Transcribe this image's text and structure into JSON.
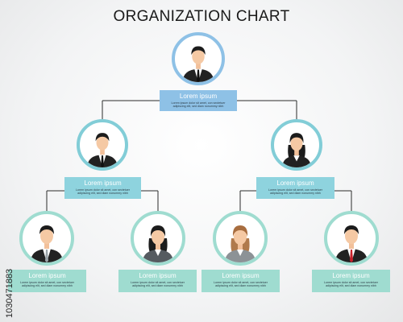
{
  "title": "ORGANIZATION CHART",
  "watermark_id": "1030471883",
  "colors": {
    "box_top": "#8ec1e6",
    "box_mid": "#8ed3de",
    "box_bottom": "#9fdcd0",
    "ring": "#82cdd7",
    "line": "#2b2b2b"
  },
  "nodes": {
    "ceo": {
      "title": "Lorem ipsum",
      "desc": "Lorem ipsum dolor sit amet, con sectetuer adipiscing elit, sed diam nonummy nibh",
      "person": "man"
    },
    "mgr1": {
      "title": "Lorem ipsum",
      "desc": "Lorem ipsum dolor sit amet, con sectetuer adipiscing elit, sed diam nonummy nibh",
      "person": "man"
    },
    "mgr2": {
      "title": "Lorem ipsum",
      "desc": "Lorem ipsum dolor sit amet, con sectetuer adipiscing elit, sed diam nonummy nibh",
      "person": "woman"
    },
    "emp1": {
      "title": "Lorem ipsum",
      "desc": "Lorem ipsum dolor sit amet, con sectetuer adipiscing elit, sed diam nonummy nibh",
      "person": "man"
    },
    "emp2": {
      "title": "Lorem ipsum",
      "desc": "Lorem ipsum dolor sit amet, con sectetuer adipiscing elit, sed diam nonummy nibh",
      "person": "woman"
    },
    "emp3": {
      "title": "Lorem ipsum",
      "desc": "Lorem ipsum dolor sit amet, con sectetuer adipiscing elit, sed diam nonummy nibh",
      "person": "woman-brown"
    },
    "emp4": {
      "title": "Lorem ipsum",
      "desc": "Lorem ipsum dolor sit amet, con sectetuer adipiscing elit, sed diam nonummy nibh",
      "person": "man-red-tie"
    }
  }
}
